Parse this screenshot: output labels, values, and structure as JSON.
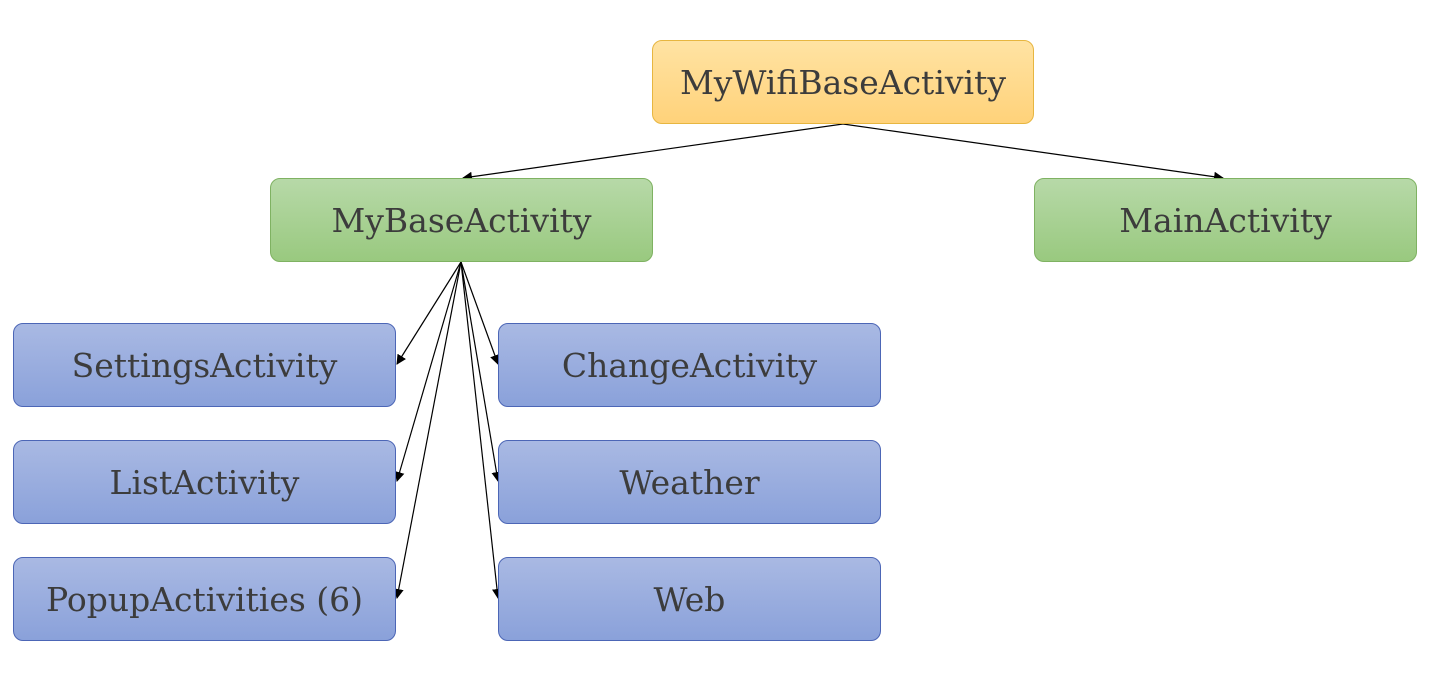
{
  "diagram": {
    "root": {
      "label": "MyWifiBaseActivity",
      "color": "#ffd580"
    },
    "level1": [
      {
        "id": "mybase",
        "label": "MyBaseActivity",
        "color": "#a9d18e"
      },
      {
        "id": "main",
        "label": "MainActivity",
        "color": "#a9d18e"
      }
    ],
    "level2_left": [
      {
        "id": "settings",
        "label": "SettingsActivity",
        "color": "#99acdf"
      },
      {
        "id": "list",
        "label": "ListActivity",
        "color": "#99acdf"
      },
      {
        "id": "popup",
        "label": "PopupActivities (6)",
        "color": "#99acdf"
      }
    ],
    "level2_right": [
      {
        "id": "change",
        "label": "ChangeActivity",
        "color": "#99acdf"
      },
      {
        "id": "weather",
        "label": "Weather",
        "color": "#99acdf"
      },
      {
        "id": "web",
        "label": "Web",
        "color": "#99acdf"
      }
    ],
    "edges": [
      {
        "from": "root",
        "to": "mybase"
      },
      {
        "from": "root",
        "to": "main"
      },
      {
        "from": "mybase",
        "to": "settings"
      },
      {
        "from": "mybase",
        "to": "list"
      },
      {
        "from": "mybase",
        "to": "popup"
      },
      {
        "from": "mybase",
        "to": "change"
      },
      {
        "from": "mybase",
        "to": "weather"
      },
      {
        "from": "mybase",
        "to": "web"
      }
    ]
  }
}
